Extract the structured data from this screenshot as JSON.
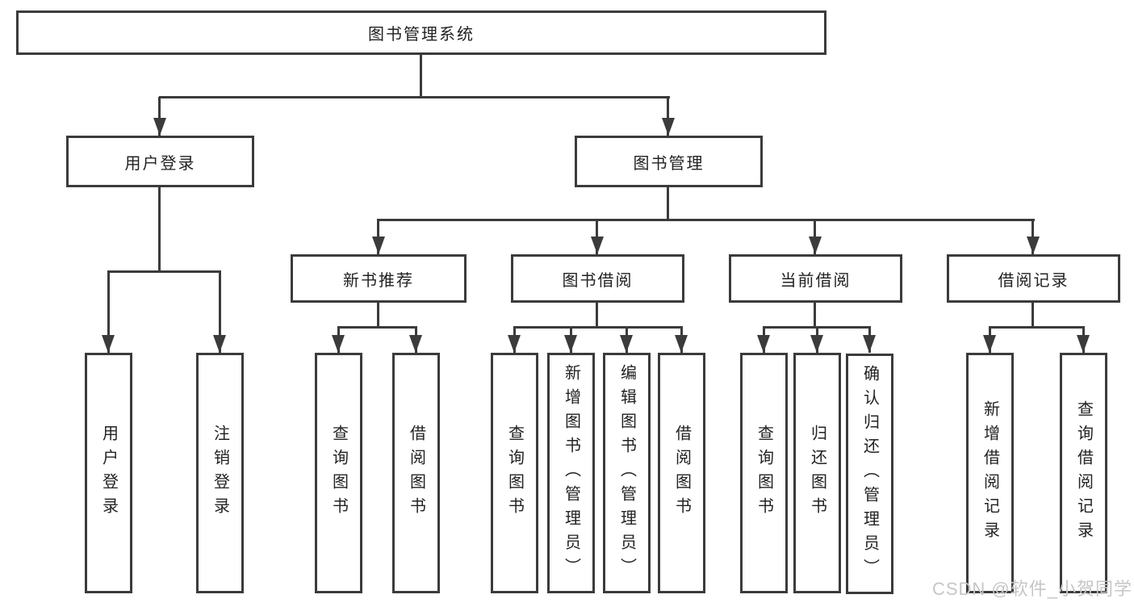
{
  "colors": {
    "background": "#ffffff",
    "line": "#3b3b3b",
    "text": "#222222",
    "watermark": "#c6c6c6"
  },
  "watermark": {
    "text": "CSDN @软件_小贺同学"
  },
  "tree": {
    "root": {
      "label": "图书管理系统",
      "children": [
        {
          "label": "用户登录",
          "children": [
            {
              "label": "用户登录"
            },
            {
              "label": "注销登录"
            }
          ]
        },
        {
          "label": "图书管理",
          "children": [
            {
              "label": "新书推荐",
              "children": [
                {
                  "label": "查询图书"
                },
                {
                  "label": "借阅图书"
                }
              ]
            },
            {
              "label": "图书借阅",
              "children": [
                {
                  "label": "查询图书"
                },
                {
                  "label": "新增图书（管理员）"
                },
                {
                  "label": "编辑图书（管理员）"
                },
                {
                  "label": "借阅图书"
                }
              ]
            },
            {
              "label": "当前借阅",
              "children": [
                {
                  "label": "查询图书"
                },
                {
                  "label": "归还图书"
                },
                {
                  "label": "确认归还（管理员）"
                }
              ]
            },
            {
              "label": "借阅记录",
              "children": [
                {
                  "label": "新增借阅记录"
                },
                {
                  "label": "查询借阅记录"
                }
              ]
            }
          ]
        }
      ]
    }
  }
}
